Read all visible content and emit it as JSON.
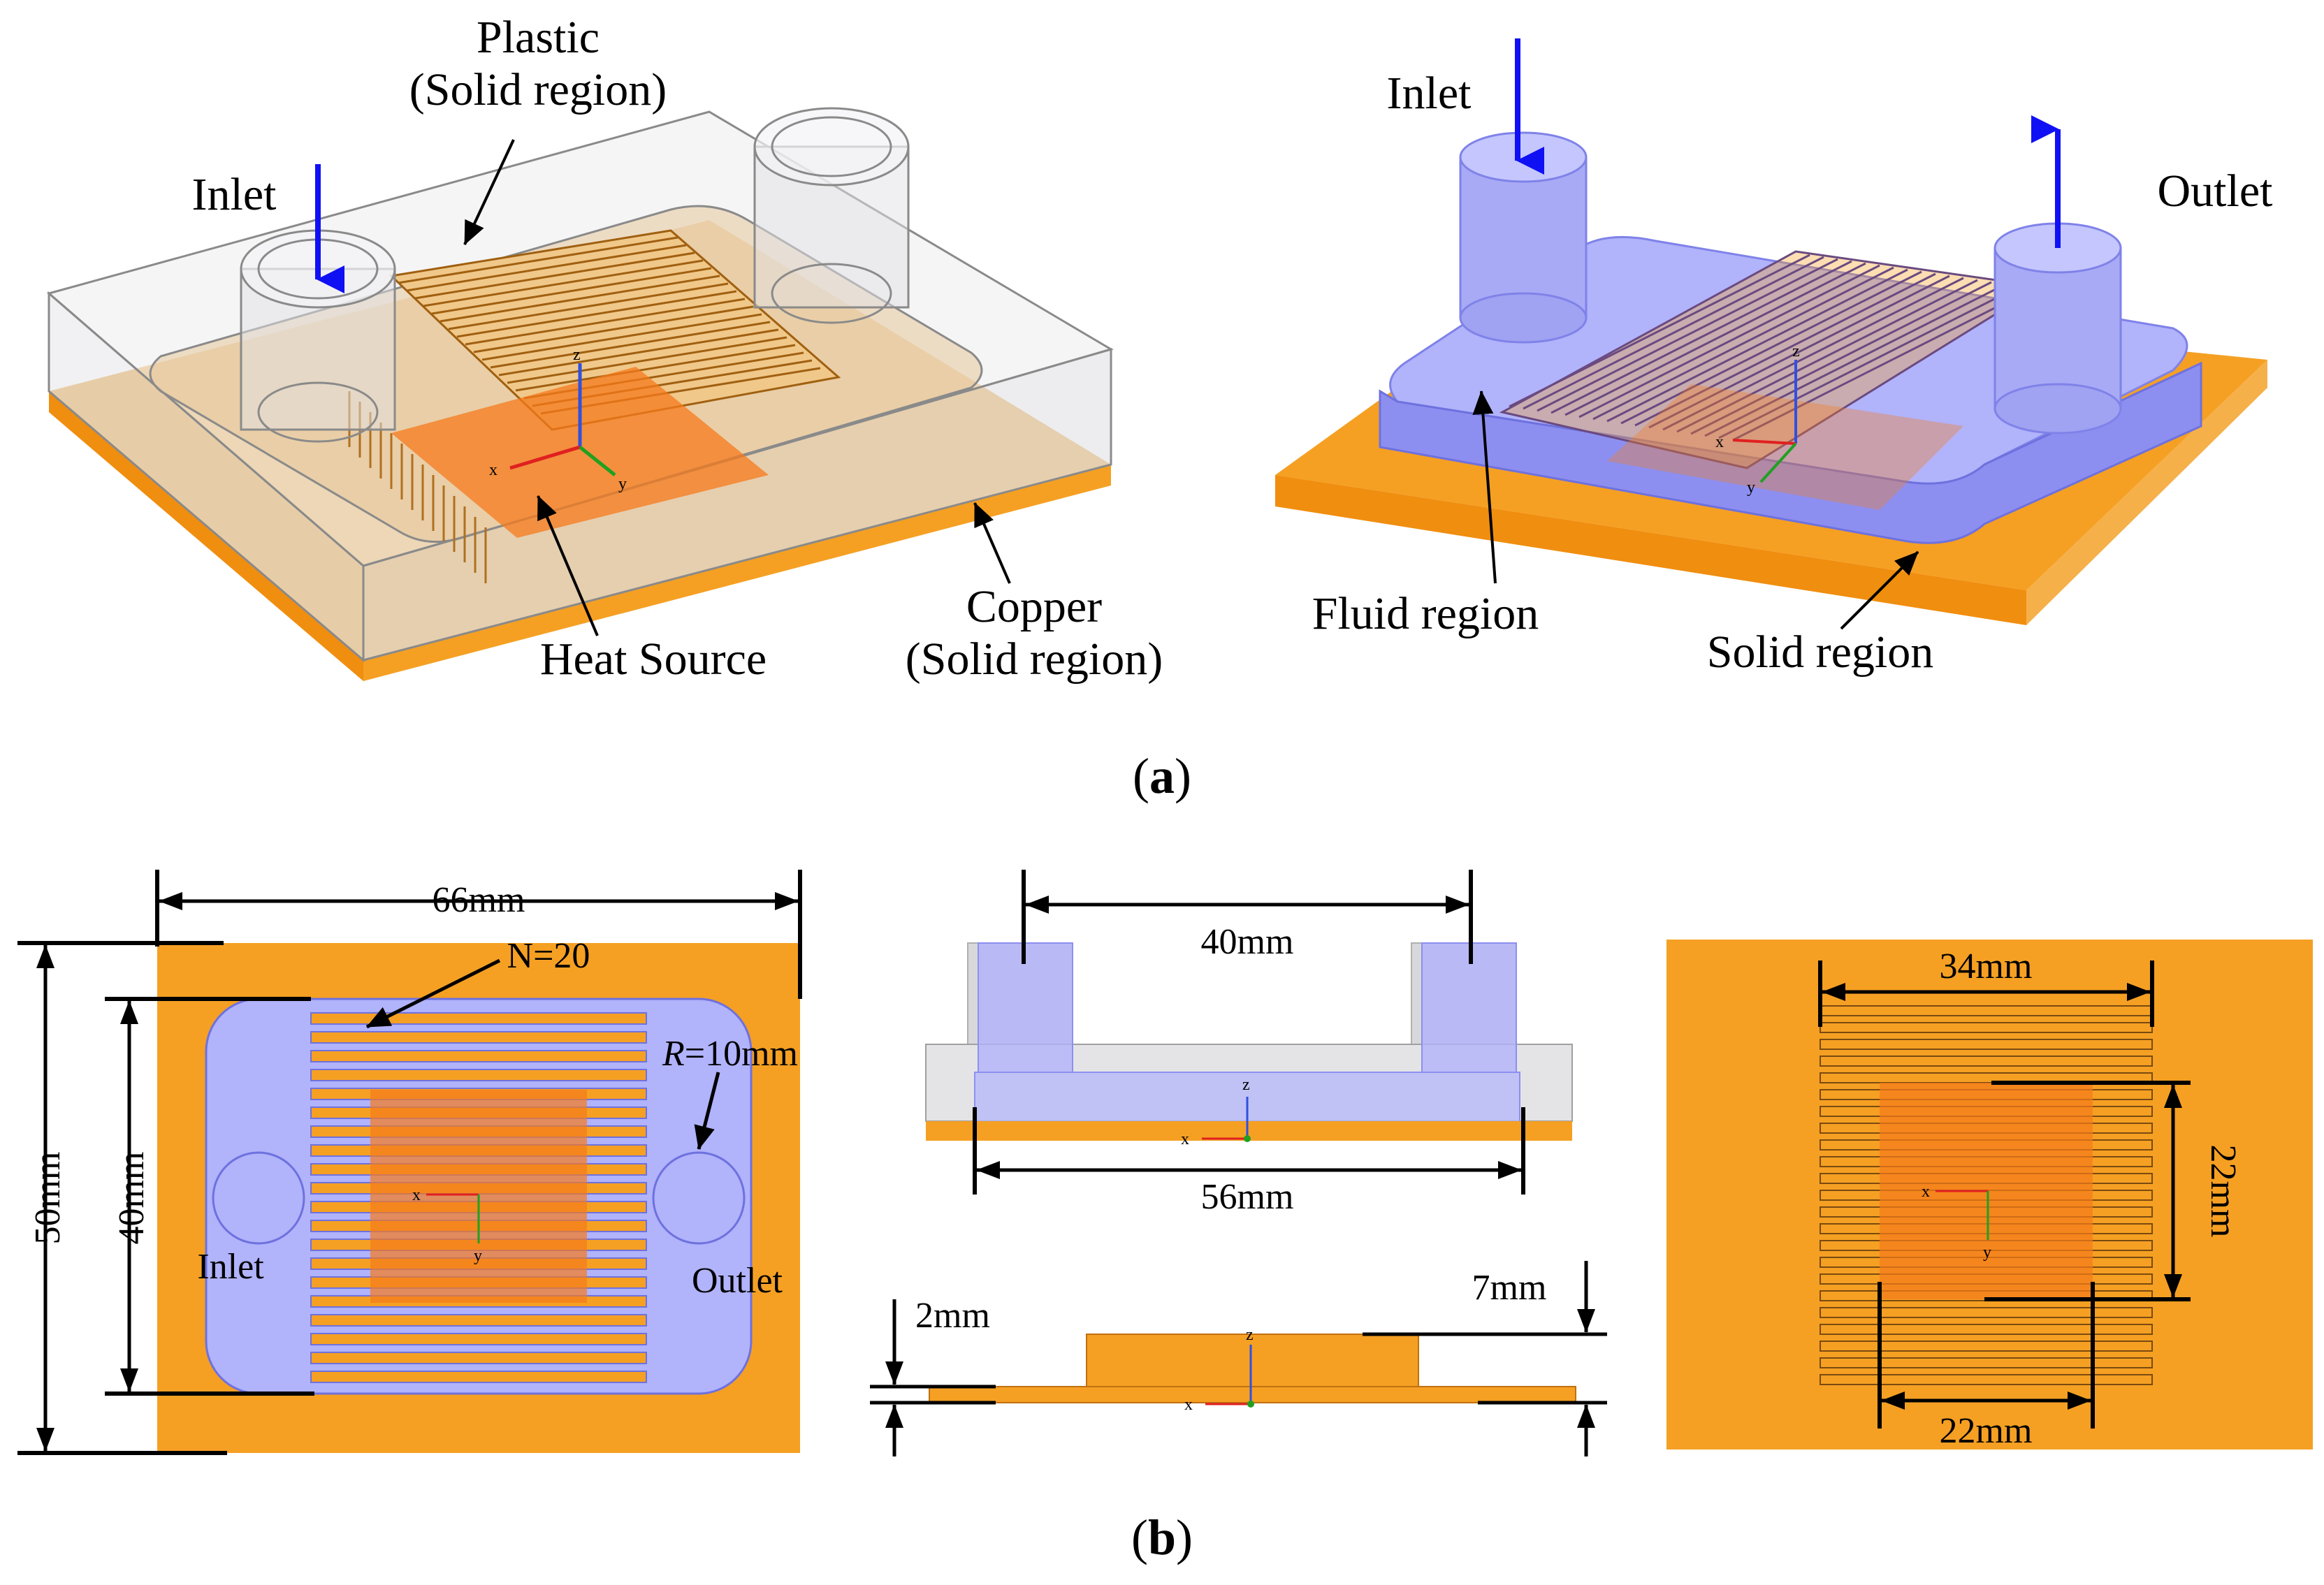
{
  "panel_a": {
    "left": {
      "plastic": "Plastic",
      "plastic_region": "(Solid region)",
      "inlet": "Inlet",
      "heat_source": "Heat Source",
      "copper": "Copper",
      "copper_region": "(Solid region)"
    },
    "right": {
      "inlet": "Inlet",
      "outlet": "Outlet",
      "fluid_region": "Fluid region",
      "solid_region": "Solid region"
    },
    "caption_open": "(",
    "caption_letter": "a",
    "caption_close": ")"
  },
  "panel_b": {
    "top_view": {
      "width": "66mm",
      "height_outer": "50mm",
      "height_inner": "40mm",
      "channels": "N=20",
      "radius_r": "R",
      "radius_value": "=10mm",
      "inlet": "Inlet",
      "outlet": "Outlet"
    },
    "front_view": {
      "pitch": "40mm",
      "length": "56mm"
    },
    "side_view": {
      "base_thickness": "2mm",
      "total_height": "7mm"
    },
    "detail_view": {
      "array_width": "34mm",
      "source_height": "22mm",
      "source_width": "22mm"
    },
    "caption_open": "(",
    "caption_letter": "b",
    "caption_close": ")"
  },
  "axes": {
    "x": "x",
    "y": "y",
    "z": "z"
  },
  "colors": {
    "copper": "#f5a023",
    "copper_dark": "#e2870f",
    "fluid": "#b1b3fb",
    "fluid_dark": "#8d8ff0",
    "heat_source": "#f57a1b",
    "arrow_blue": "#1010f5"
  }
}
